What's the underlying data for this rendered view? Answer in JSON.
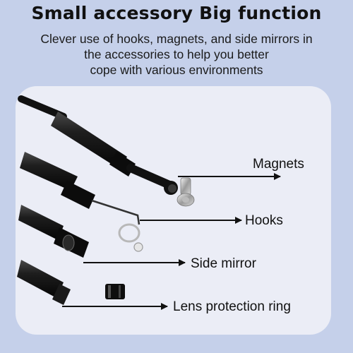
{
  "headline": "Small accessory Big function",
  "description_lines": [
    "Clever use of hooks, magnets, and side mirrors in",
    "the accessories to help you better",
    "cope with various environments"
  ],
  "labels": {
    "magnets": "Magnets",
    "hooks": "Hooks",
    "side_mirror": "Side mirror",
    "lens_ring": "Lens protection ring"
  },
  "colors": {
    "background": "#c5d0ea",
    "panel": "#ebedf6",
    "cable": "#111111"
  }
}
